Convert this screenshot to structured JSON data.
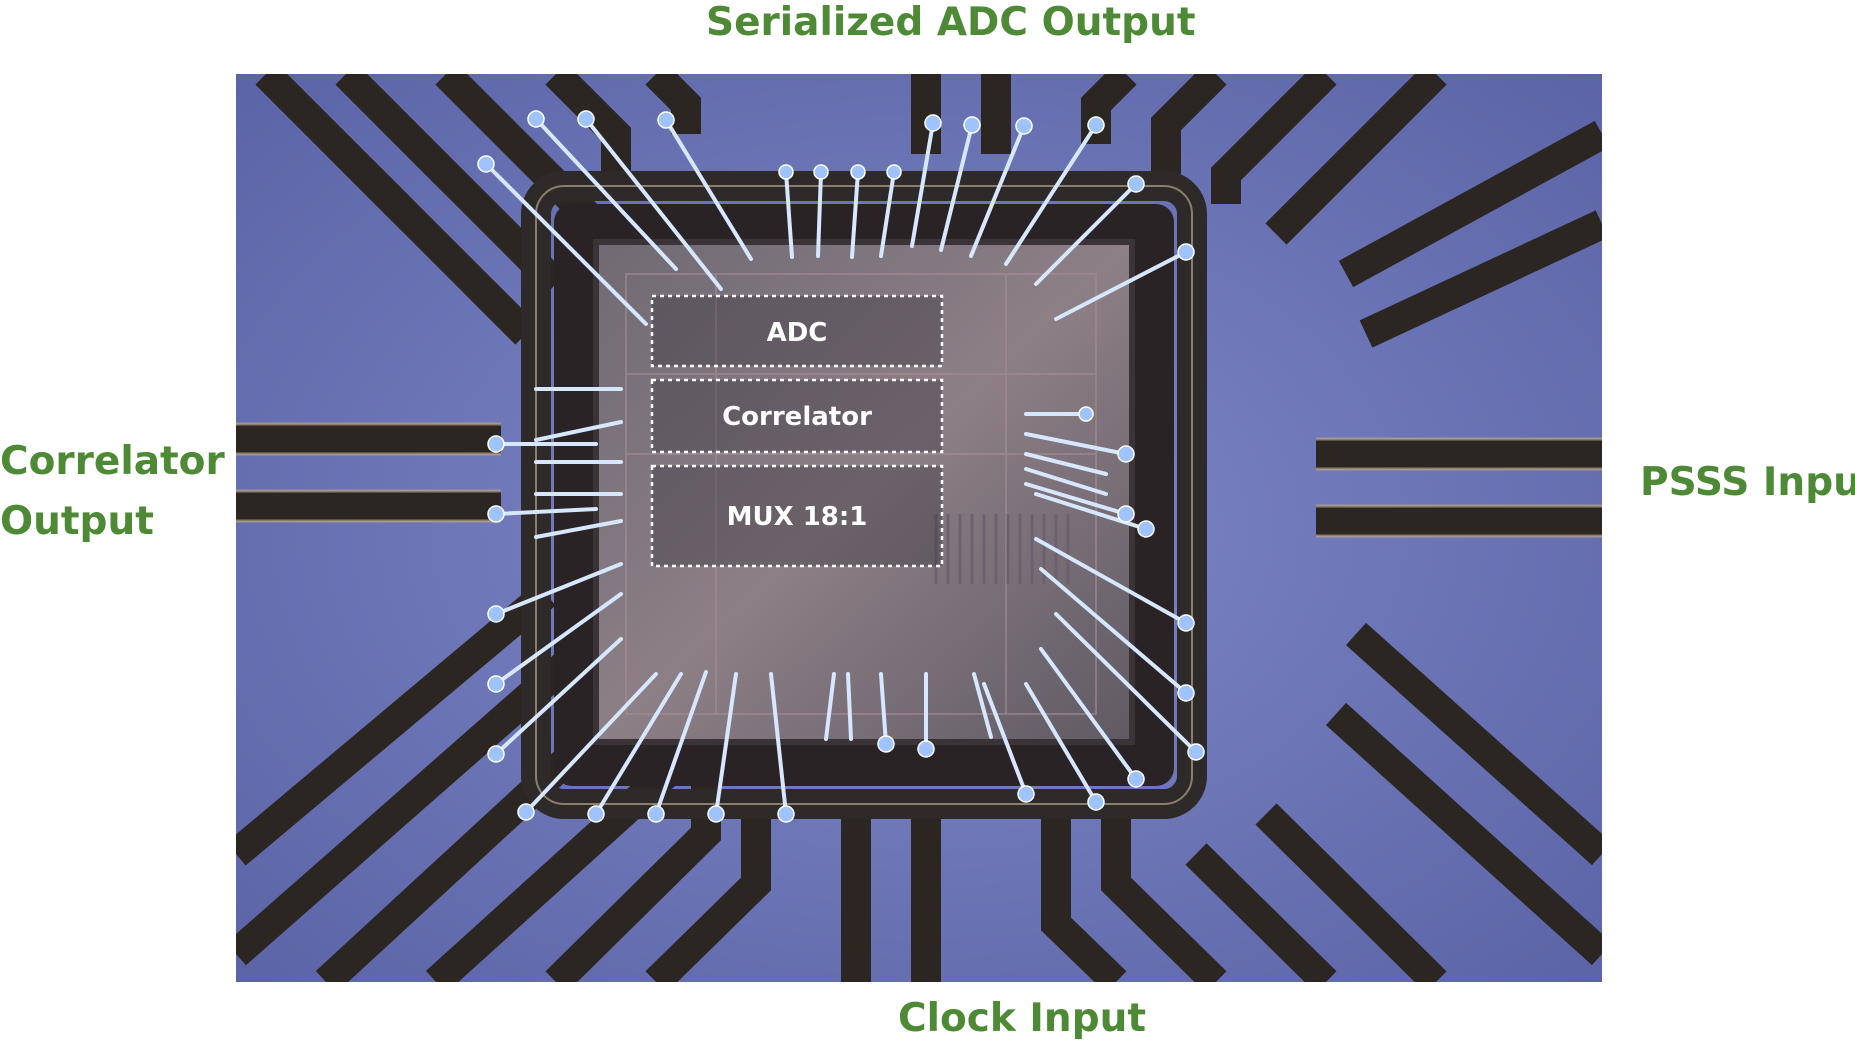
{
  "labels": {
    "top": "Serialized ADC Output",
    "bottom": "Clock Input",
    "left": "Correlator\nOutput",
    "right": "PSSS Input"
  },
  "die_blocks": {
    "adc": "ADC",
    "correlator": "Correlator",
    "mux": "MUX 18:1"
  },
  "colors": {
    "label_green": "#4e8a35",
    "substrate_blue": "#6f79b8",
    "trace_gold": "#2b2622",
    "wire_blue": "#cfe3ff"
  }
}
